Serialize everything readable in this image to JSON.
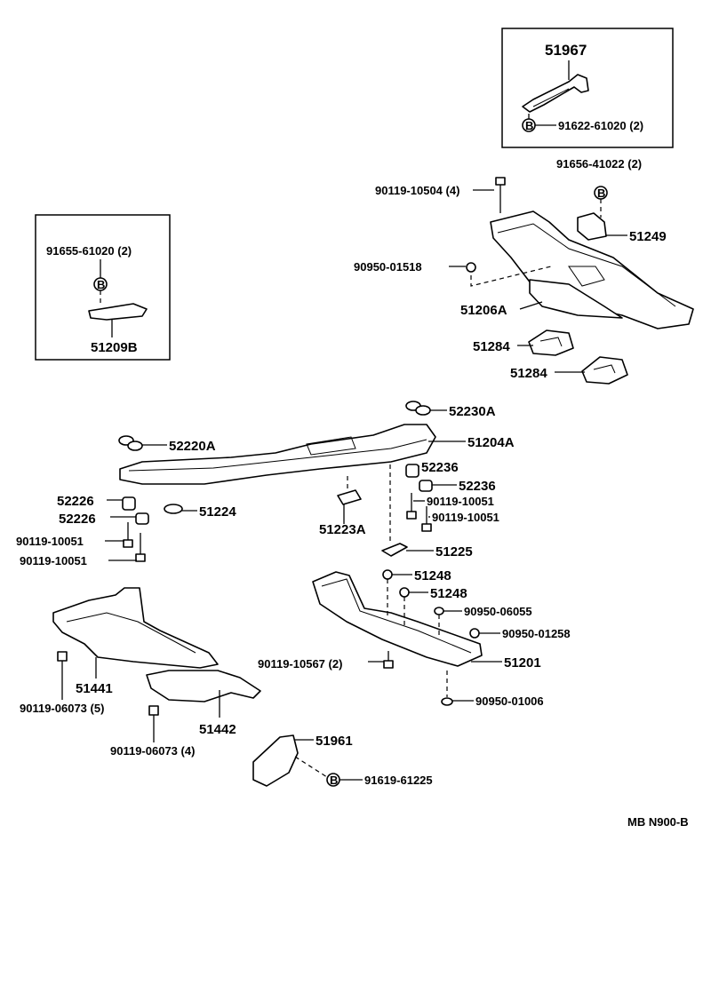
{
  "diagram": {
    "code": "MB N900-B",
    "callouts": {
      "p51967": "51967",
      "p91622": "91622-61020 (2)",
      "p91656": "91656-41022 (2)",
      "p90119_10504": "90119-10504 (4)",
      "p51249": "51249",
      "p90950_01518": "90950-01518",
      "p51206A": "51206A",
      "p51284a": "51284",
      "p51284b": "51284",
      "p91655": "91655-61020 (2)",
      "p51209B": "51209B",
      "p52230A": "52230A",
      "p52220A": "52220A",
      "p51204A": "51204A",
      "p52236a": "52236",
      "p52236b": "52236",
      "p52226a": "52226",
      "p52226b": "52226",
      "p90119_10051a": "90119-10051",
      "p90119_10051b": "90119-10051",
      "p90119_10051c": "90119-10051",
      "p90119_10051d": "90119-10051",
      "p51224": "51224",
      "p51223A": "51223A",
      "p51225": "51225",
      "p51248a": "51248",
      "p51248b": "51248",
      "p90950_06055": "90950-06055",
      "p90950_01258": "90950-01258",
      "p90119_10567": "90119-10567 (2)",
      "p51201": "51201",
      "p90950_01006": "90950-01006",
      "p51441": "51441",
      "p90119_06073a": "90119-06073 (5)",
      "p51442": "51442",
      "p90119_06073b": "90119-06073 (4)",
      "p51961": "51961",
      "p91619": "91619-61225"
    },
    "bolt_marker": "B"
  }
}
